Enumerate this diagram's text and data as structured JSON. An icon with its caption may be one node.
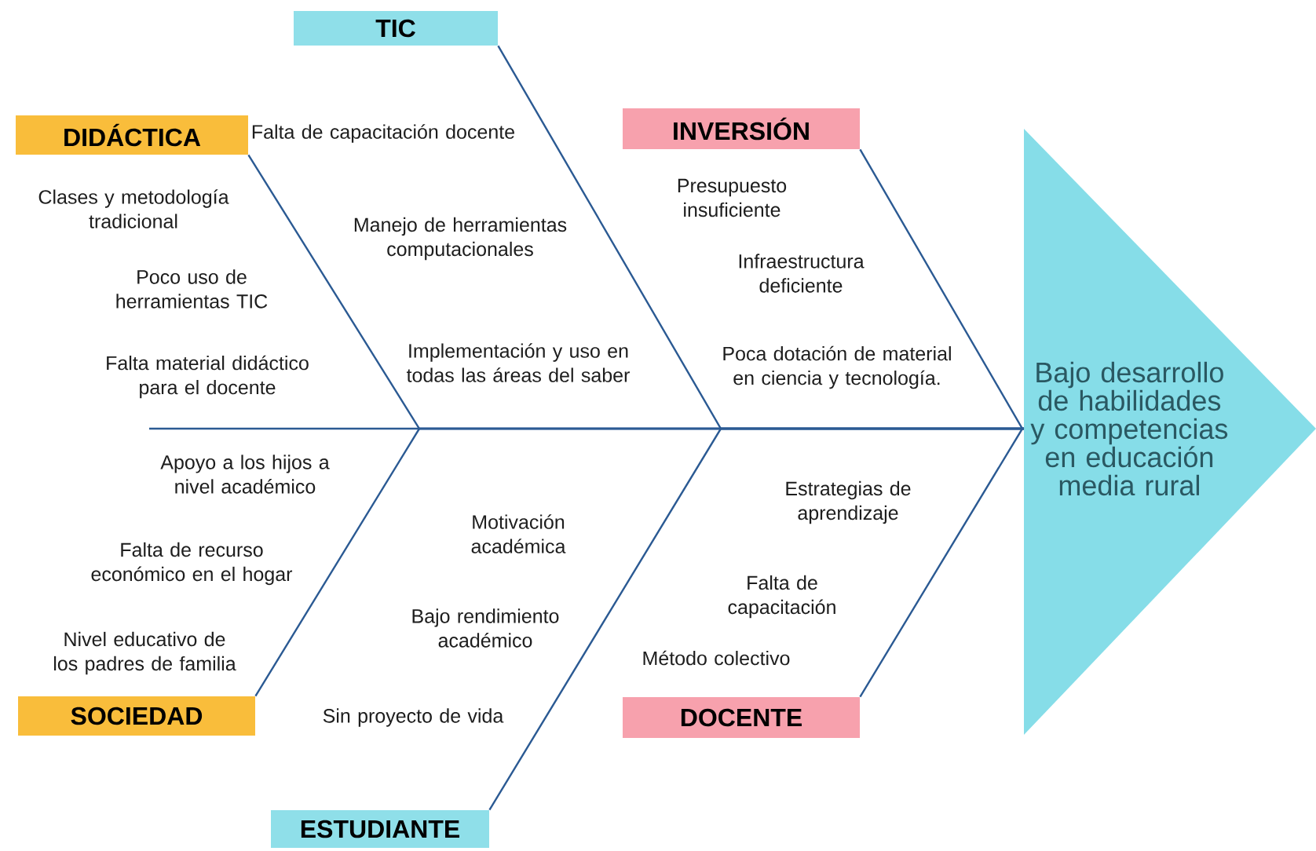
{
  "diagram": {
    "nodes": [
      {
        "text": [
          "DIDÁCTICA"
        ]
      },
      {
        "text": [
          "TIC"
        ]
      },
      {
        "text": [
          "INVERSIÓN"
        ]
      },
      {
        "text": [
          "SOCIEDAD"
        ]
      },
      {
        "text": [
          "ESTUDIANTE"
        ]
      },
      {
        "text": [
          "DOCENTE"
        ]
      },
      {
        "text": [
          "Bajo desarrollo de habilidades y competencias en educación media rural"
        ]
      }
    ],
    "edges": [
      {
        "from": 0,
        "to": 6,
        "arrow": "none"
      },
      {
        "from": 1,
        "to": 6,
        "arrow": "none"
      },
      {
        "from": 2,
        "to": 6,
        "arrow": "none"
      },
      {
        "from": 3,
        "to": 6,
        "arrow": "none"
      },
      {
        "from": 4,
        "to": 6,
        "arrow": "none"
      },
      {
        "from": 5,
        "to": 6,
        "arrow": "none"
      },
      {
        "from": null,
        "to": 6,
        "arrow": "none"
      }
    ],
    "labels": [
      "Clases y metodología tradicional",
      "Poco uso de herramientas TIC",
      "Falta material didáctico para el docente",
      "Falta de capacitación docente",
      "Manejo de herramientas computacionales",
      "Implementación y uso en todas las áreas del saber",
      "Presupuesto insuficiente",
      "Infraestructura deficiente",
      "Poca dotación de material en ciencia y tecnología.",
      "Apoyo a los hijos a nivel académico",
      "Falta de recurso económico en el hogar",
      "Nivel educativo de los padres de familia",
      "Motivación académica",
      "Bajo rendimiento académico",
      "Sin proyecto de vida",
      "Estrategias de aprendizaje",
      "Falta de capacitación",
      "Método colectivo"
    ]
  }
}
